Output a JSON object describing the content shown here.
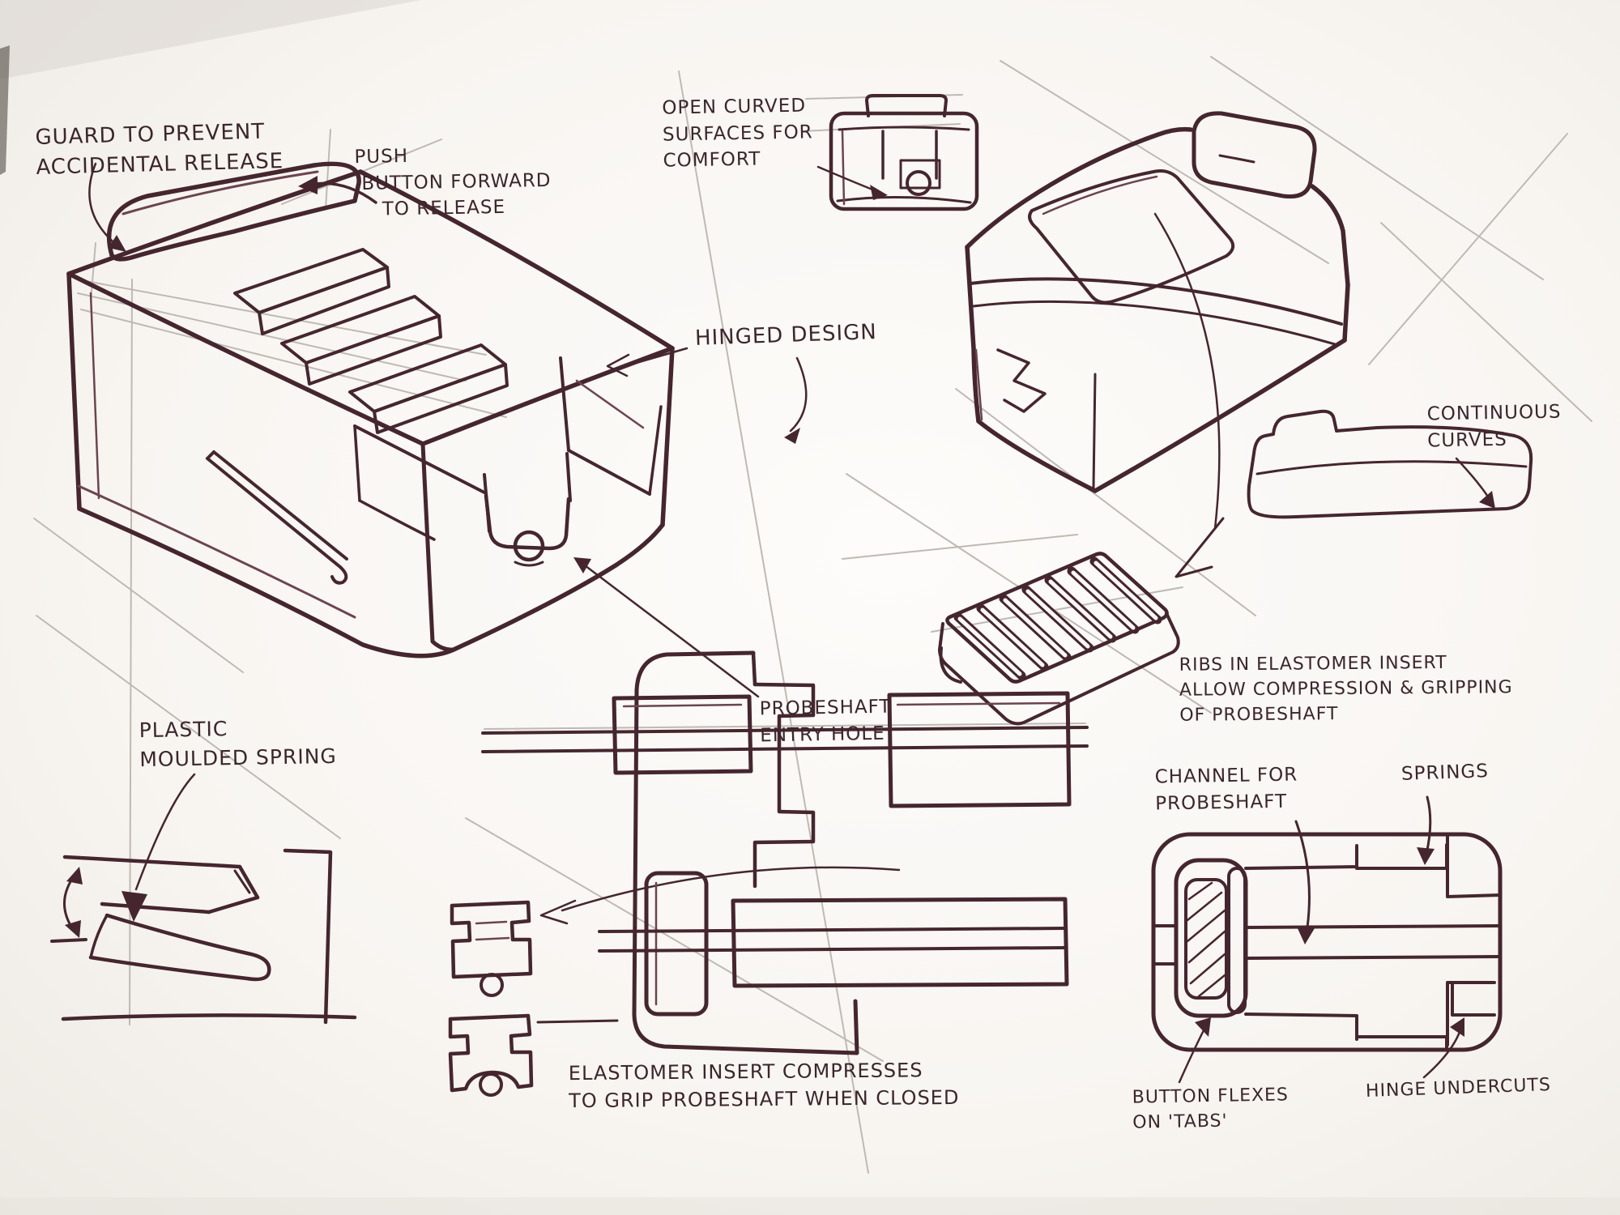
{
  "sketch": {
    "notes": {
      "guard": "GUARD TO PREVENT\nACCIDENTAL RELEASE",
      "push": "PUSH\n BUTTON FORWARD\n    TO RELEASE",
      "open_curved": "OPEN CURVED\nSURFACES FOR\nCOMFORT",
      "hinged": "HINGED DESIGN",
      "continuous": "CONTINUOUS\nCURVES",
      "ribs": "RIBS IN ELASTOMER INSERT\nALLOW COMPRESSION & GRIPPING\nOF PROBESHAFT",
      "probeshaft_entry": "PROBESHAFT\nENTRY HOLE",
      "plastic_spring": "PLASTIC\nMOULDED SPRING",
      "channel": "CHANNEL FOR\nPROBESHAFT",
      "springs": "SPRINGS",
      "elastomer": "ELASTOMER INSERT COMPRESSES\nTO GRIP PROBESHAFT WHEN CLOSED",
      "button_flexes": "BUTTON FLEXES\nON 'TABS'",
      "hinge_undercuts": "HINGE UNDERCUTS"
    },
    "colors": {
      "ink": "#45262f",
      "pencil": "#bfb9b2",
      "paper": "#faf8f5",
      "handwriting": "#3b262c"
    }
  }
}
